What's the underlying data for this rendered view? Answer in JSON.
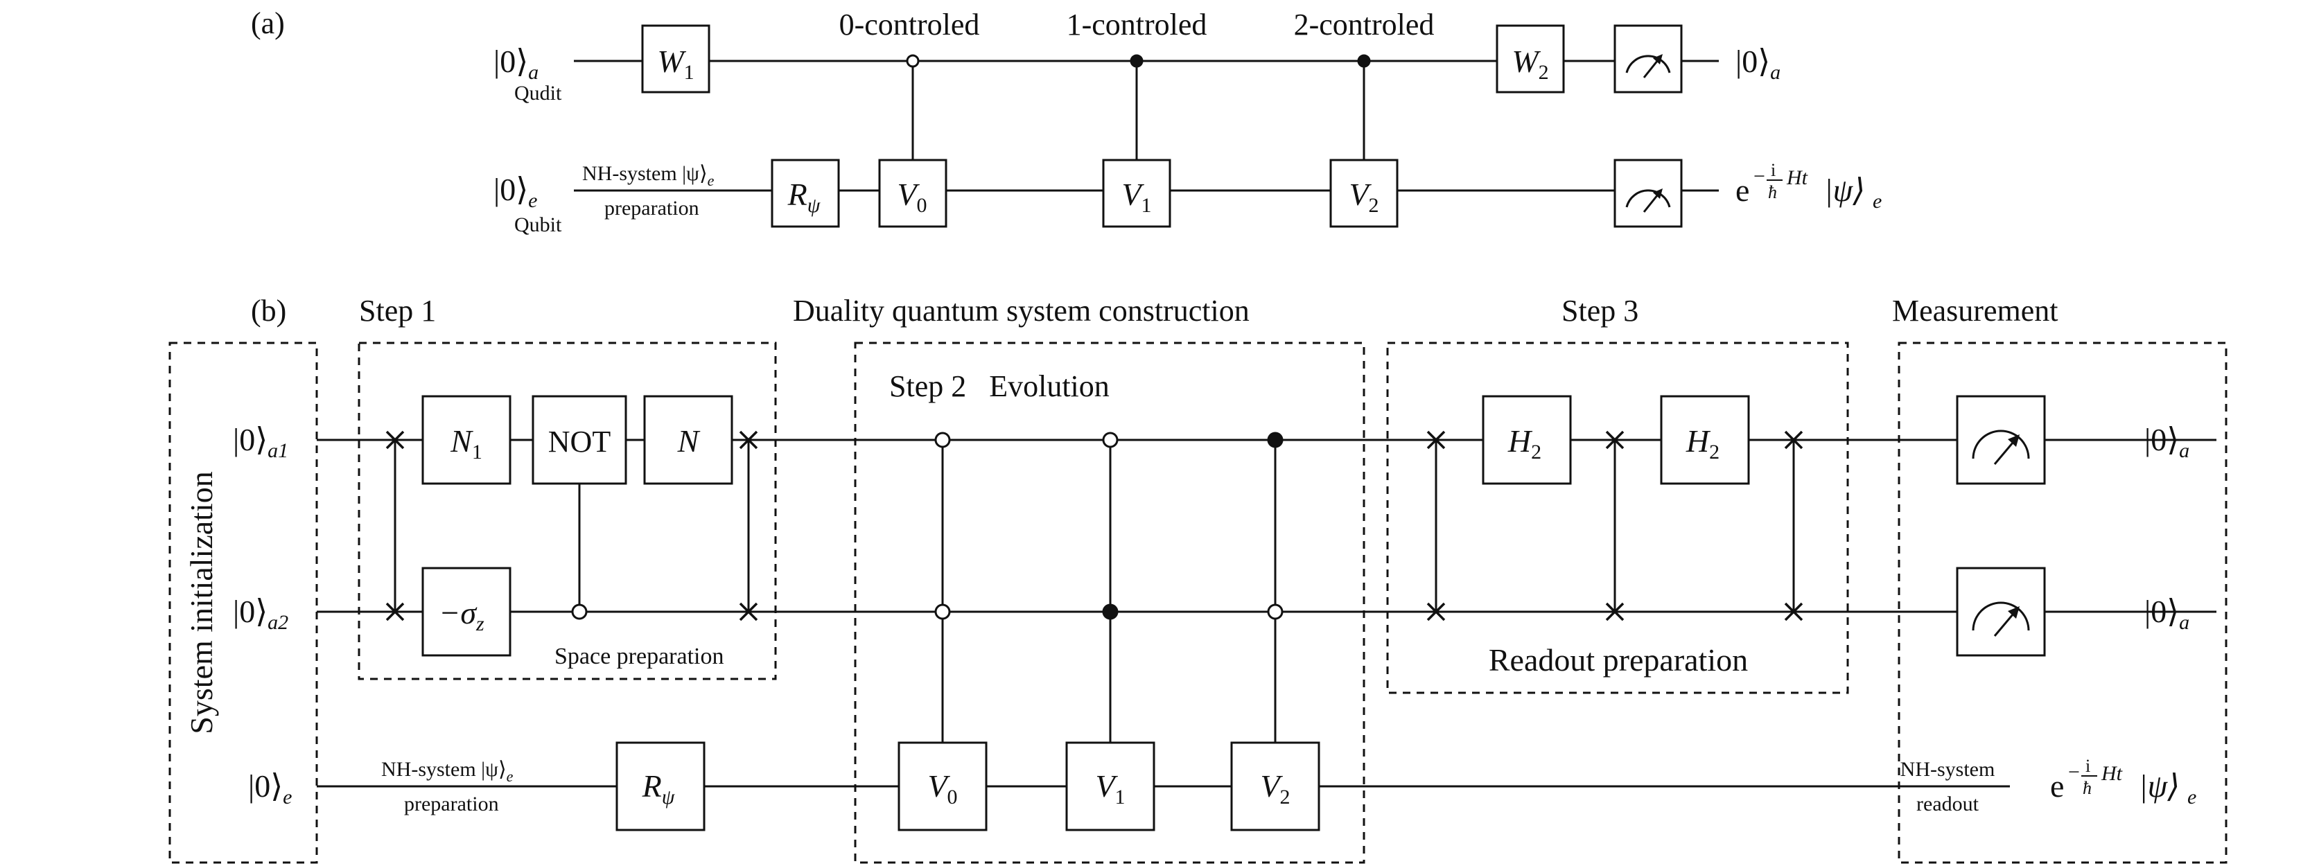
{
  "panel_a": {
    "label": "(a)",
    "inputs": {
      "qudit_ket": "|0⟩",
      "qudit_sub": "a",
      "qudit_note": "Qudit",
      "qubit_ket": "|0⟩",
      "qubit_sub": "e",
      "qubit_note": "Qubit"
    },
    "prep_label_top": "NH-system |ψ⟩",
    "prep_label_top_sub": "e",
    "prep_label_bottom": "preparation",
    "control_labels": [
      "0-controled",
      "1-controled",
      "2-controled"
    ],
    "gates": {
      "w1": "W",
      "w1_sub": "1",
      "w2": "W",
      "w2_sub": "2",
      "r": "R",
      "r_sub": "ψ",
      "v0": "V",
      "v0_sub": "0",
      "v1": "V",
      "v1_sub": "1",
      "v2": "V",
      "v2_sub": "2"
    },
    "outputs": {
      "top_ket": "|0⟩",
      "top_sub": "a",
      "bottom_prefix": "e",
      "bottom_exp_frac_num": "i",
      "bottom_exp_frac_den": "ħ",
      "bottom_exp_minus": "−",
      "bottom_exp_rest": "Ht",
      "bottom_ket": "|ψ⟩",
      "bottom_sub": "e"
    }
  },
  "panel_b": {
    "label": "(b)",
    "sections": {
      "init": "System initialization",
      "step1": "Step 1",
      "space_prep": "Space preparation",
      "duality": "Duality quantum system construction",
      "step2": "Step 2   Evolution",
      "step3": "Step 3",
      "readout_prep": "Readout preparation",
      "measurement": "Measurement"
    },
    "inputs": {
      "a1_ket": "|0⟩",
      "a1_sub": "a1",
      "a2_ket": "|0⟩",
      "a2_sub": "a2",
      "e_ket": "|0⟩",
      "e_sub": "e"
    },
    "prep_label_top": "NH-system |ψ⟩",
    "prep_label_top_sub": "e",
    "prep_label_bottom": "preparation",
    "gates": {
      "n1": "N",
      "n1_sub": "1",
      "not": "NOT",
      "n": "N",
      "minus_sigma": "−σ",
      "minus_sigma_sub": "z",
      "r": "R",
      "r_sub": "ψ",
      "v0": "V",
      "v0_sub": "0",
      "v1": "V",
      "v1_sub": "1",
      "v2": "V",
      "v2_sub": "2",
      "h2a": "H",
      "h2a_sub": "2",
      "h2b": "H",
      "h2b_sub": "2"
    },
    "readout_top": "NH-system",
    "readout_bottom": "readout",
    "outputs": {
      "a1_ket": "|0⟩",
      "a1_sub": "a",
      "a2_ket": "|0⟩",
      "a2_sub": "a",
      "e_prefix": "e",
      "e_exp_minus": "−",
      "e_exp_frac_num": "i",
      "e_exp_frac_den": "ħ",
      "e_exp_rest": "Ht",
      "e_ket": "|ψ⟩",
      "e_sub": "e"
    }
  }
}
